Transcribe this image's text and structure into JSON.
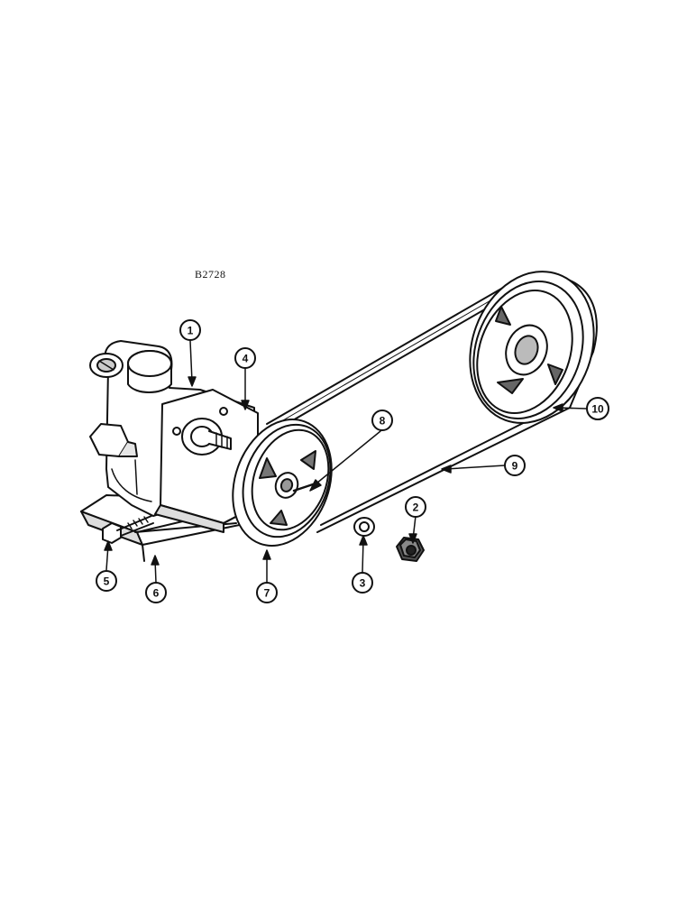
{
  "figure_code": "B2728",
  "callouts": [
    {
      "id": "callout-1",
      "label": "1"
    },
    {
      "id": "callout-2",
      "label": "2"
    },
    {
      "id": "callout-3",
      "label": "3"
    },
    {
      "id": "callout-4",
      "label": "4"
    },
    {
      "id": "callout-5",
      "label": "5"
    },
    {
      "id": "callout-6",
      "label": "6"
    },
    {
      "id": "callout-7",
      "label": "7"
    },
    {
      "id": "callout-8",
      "label": "8"
    },
    {
      "id": "callout-9",
      "label": "9"
    },
    {
      "id": "callout-10",
      "label": "10"
    }
  ],
  "colors": {
    "ink": "#111111",
    "paper": "#ffffff",
    "shade": "#8a8a8a"
  }
}
